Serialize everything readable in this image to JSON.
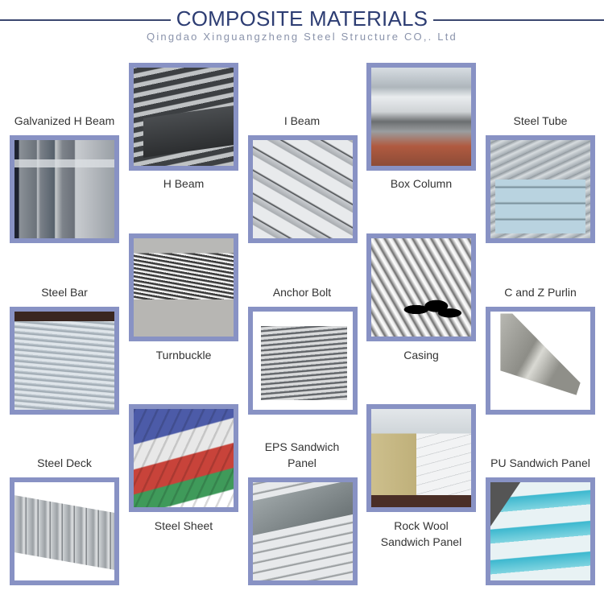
{
  "header": {
    "title": "COMPOSITE MATERIALS",
    "subtitle": "Qingdao Xinguangzheng Steel Structure CO,. Ltd"
  },
  "theme": {
    "title_color": "#2d3d73",
    "subtitle_color": "#8a93ab",
    "frame_color": "#8892c4",
    "label_color": "#333333"
  },
  "products": [
    {
      "id": "galvanized-h-beam",
      "label": "Galvanized H Beam"
    },
    {
      "id": "h-beam",
      "label": "H Beam"
    },
    {
      "id": "i-beam",
      "label": "I Beam"
    },
    {
      "id": "box-column",
      "label": "Box Column"
    },
    {
      "id": "steel-tube",
      "label": "Steel Tube"
    },
    {
      "id": "steel-bar",
      "label": "Steel Bar"
    },
    {
      "id": "turnbuckle",
      "label": "Turnbuckle"
    },
    {
      "id": "anchor-bolt",
      "label": "Anchor Bolt"
    },
    {
      "id": "casing",
      "label": "Casing"
    },
    {
      "id": "c-and-z-purlin",
      "label": "C and Z Purlin"
    },
    {
      "id": "steel-deck",
      "label": "Steel Deck"
    },
    {
      "id": "steel-sheet",
      "label": "Steel Sheet"
    },
    {
      "id": "eps-sandwich-panel",
      "label": "EPS Sandwich Panel",
      "label_lines": [
        "EPS Sandwich",
        "Panel"
      ]
    },
    {
      "id": "rock-wool-sandwich-panel",
      "label": "Rock Wool Sandwich Panel",
      "label_lines": [
        "Rock Wool",
        "Sandwich Panel"
      ]
    },
    {
      "id": "pu-sandwich-panel",
      "label": "PU Sandwich Panel"
    }
  ]
}
